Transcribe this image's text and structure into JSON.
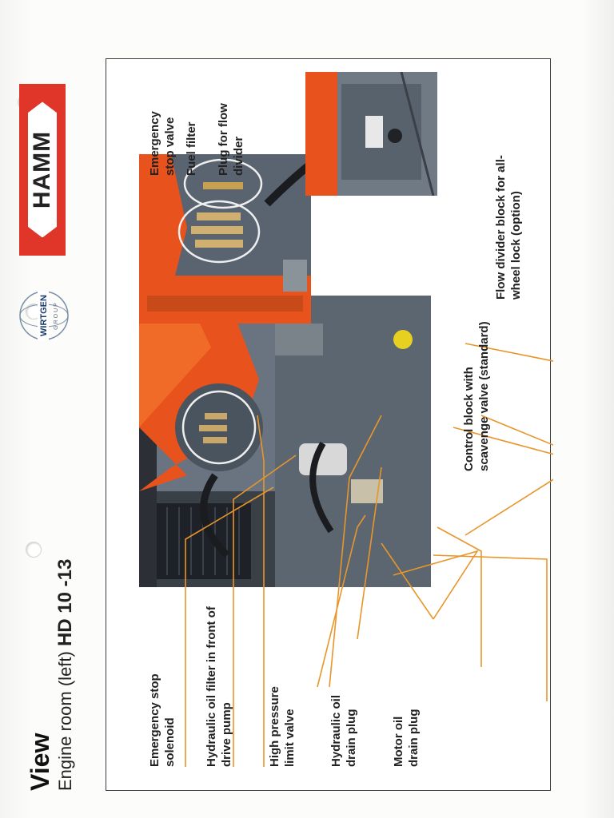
{
  "slide": {
    "title": "View",
    "subtitle_prefix": "Engine room (left) ",
    "subtitle_model": "HD 10 -13"
  },
  "logos": {
    "hamm": "HAMM",
    "wirtgen_top": "WIRTGEN",
    "wirtgen_bottom": "GROUP"
  },
  "labels": {
    "emergency_stop_solenoid": "Emergency stop solenoid",
    "hydraulic_oil_filter": "Hydraulic oil filter in front of drive pump",
    "high_pressure_limit_valve": "High pressure limit valve",
    "hydraulic_oil_drain_plug": "Hydraulic oil drain plug",
    "motor_oil_drain_plug": "Motor oil drain plug",
    "emergency_stop_valve": "Emergency stop valve",
    "fuel_filter": "Fuel filter",
    "plug_for_flow_divider": "Plug for flow divider",
    "control_block": "Control block with scavenge valve (standard)",
    "flow_divider_block": "Flow divider block for all-wheel lock (option)"
  },
  "colors": {
    "leader": "#e8962a",
    "hamm_red": "#e0362a",
    "machine_orange": "#e8521c"
  }
}
